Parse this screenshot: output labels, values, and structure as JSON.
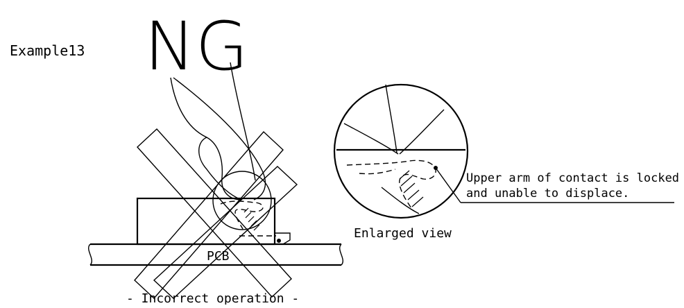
{
  "example_label": "Example13",
  "verdict": "NG",
  "pcb_label": "PCB",
  "caption": "- Incorrect operation -",
  "enlarged_caption": "Enlarged view",
  "note": {
    "line1": "Upper arm of contact is locked",
    "line2": "and unable to displace."
  }
}
